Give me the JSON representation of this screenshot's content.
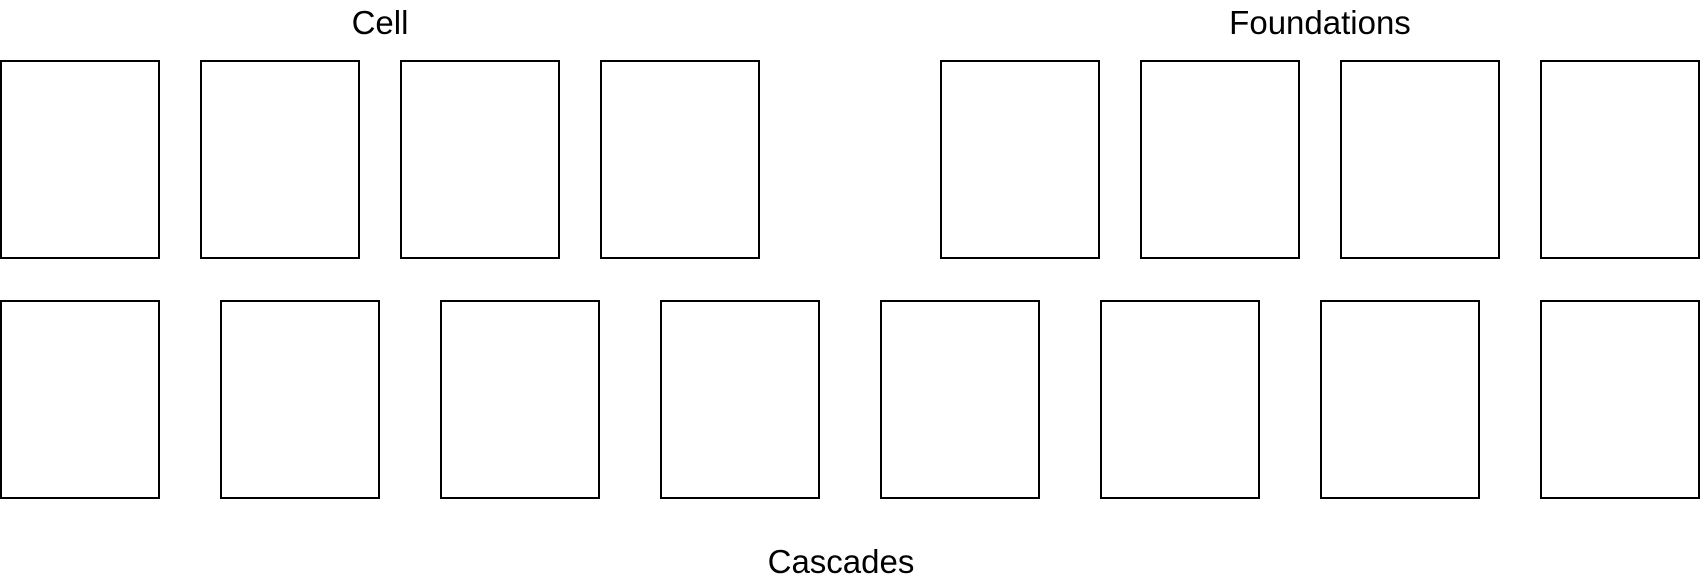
{
  "labels": {
    "cell": "Cell",
    "foundations": "Foundations",
    "cascades": "Cascades"
  },
  "cells": [
    {
      "index": 1
    },
    {
      "index": 2
    },
    {
      "index": 3
    },
    {
      "index": 4
    }
  ],
  "foundations": [
    {
      "index": 1
    },
    {
      "index": 2
    },
    {
      "index": 3
    },
    {
      "index": 4
    }
  ],
  "cascades": [
    {
      "index": 1
    },
    {
      "index": 2
    },
    {
      "index": 3
    },
    {
      "index": 4
    },
    {
      "index": 5
    },
    {
      "index": 6
    },
    {
      "index": 7
    },
    {
      "index": 8
    }
  ],
  "colors": {
    "border": "#000000",
    "background": "#ffffff",
    "text": "#000000"
  }
}
